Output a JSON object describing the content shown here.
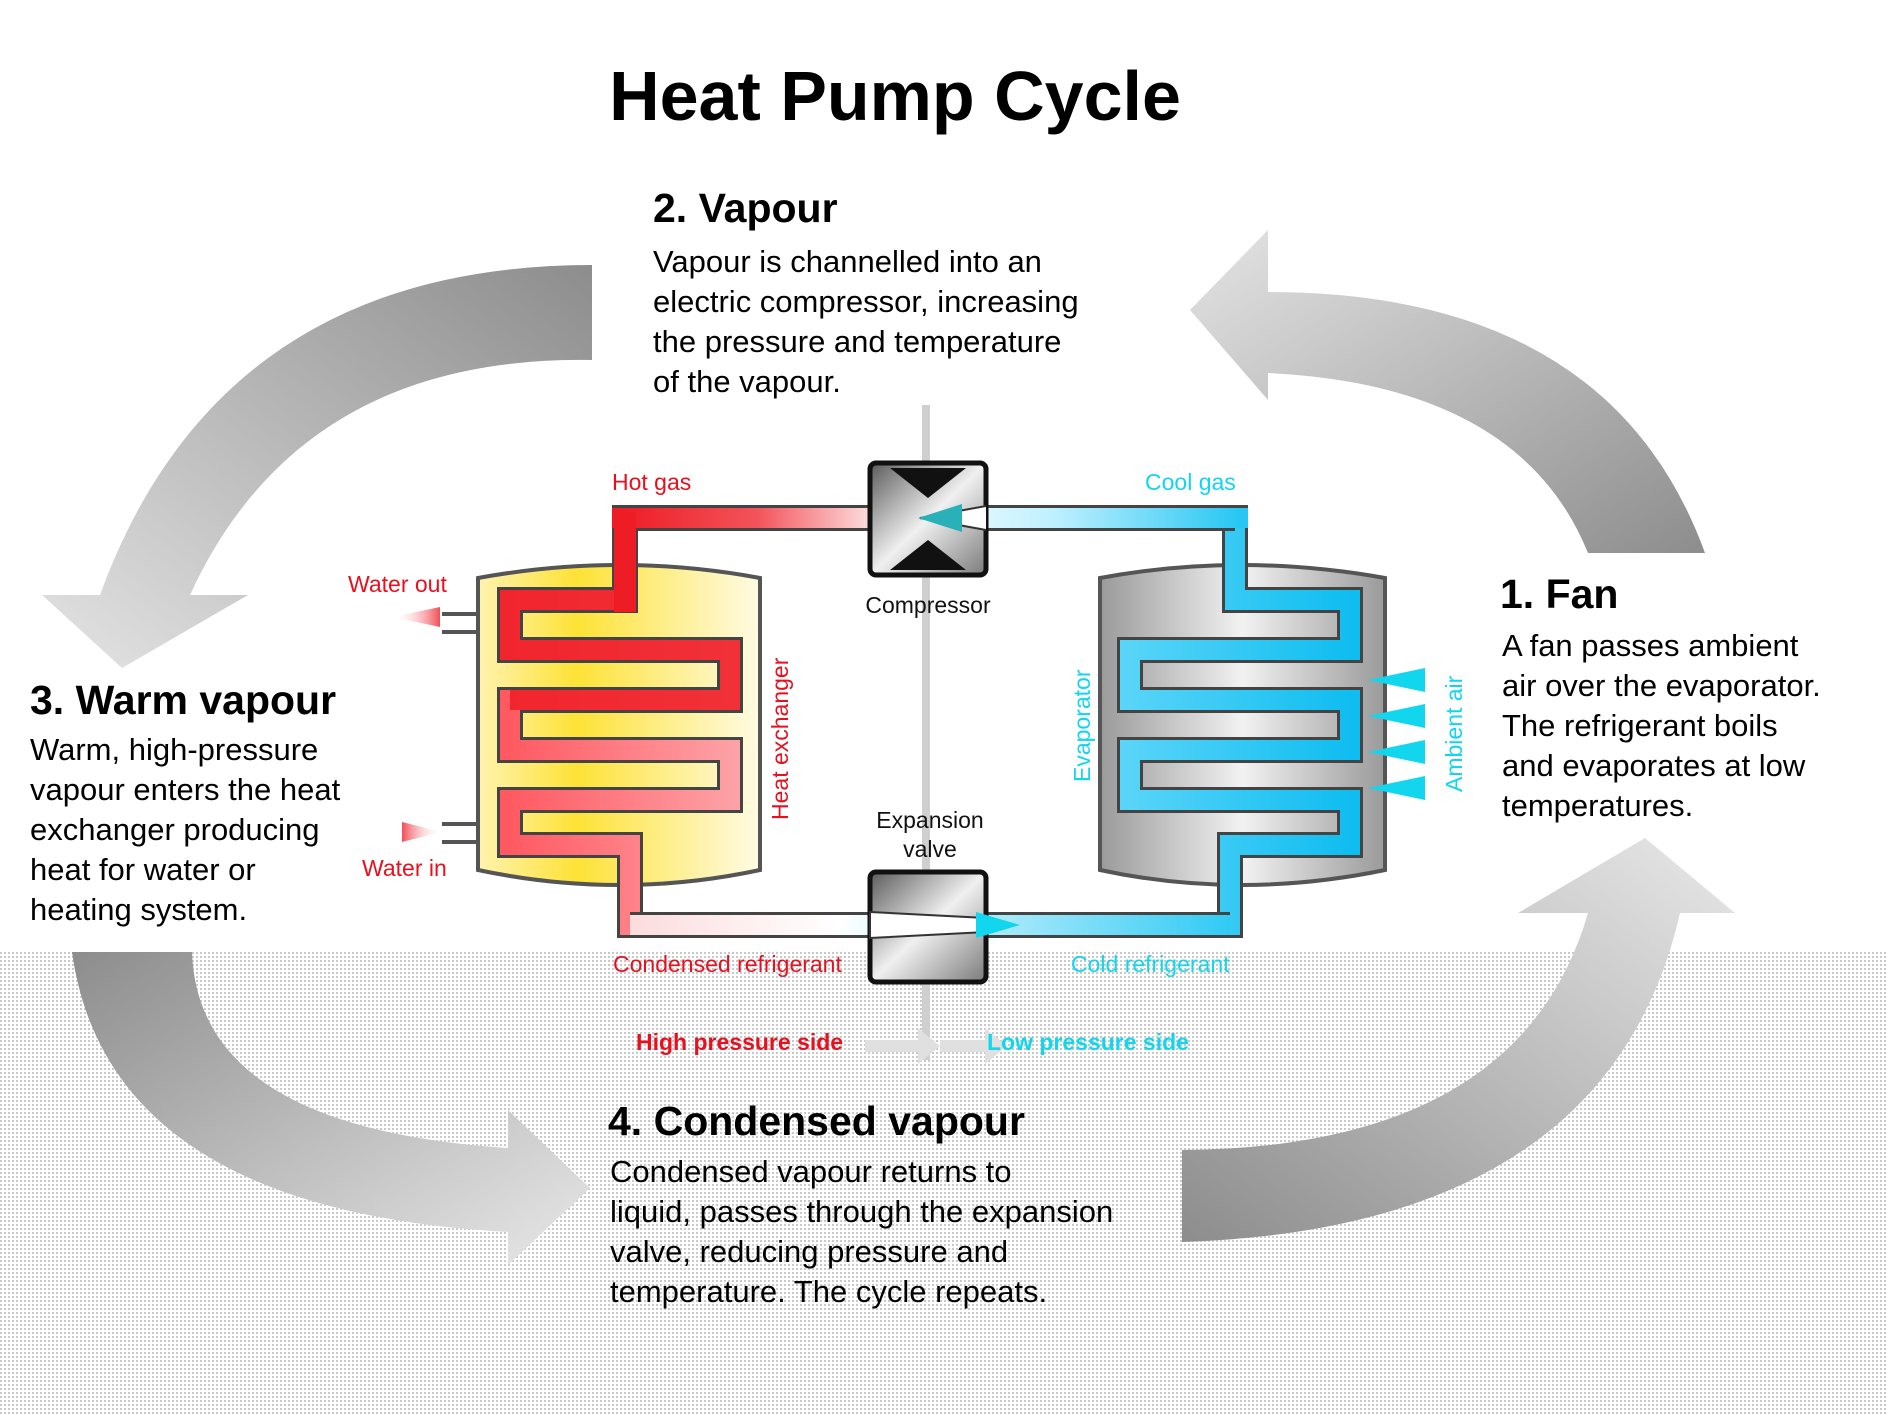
{
  "title": "Heat Pump Cycle",
  "colors": {
    "hot": "#ee1c25",
    "cold": "#1ec8f0",
    "warm_fill": "#fde65a",
    "label_red": "#e8101e",
    "label_cyan": "#12d6ee",
    "arrow_gray": "#9a9a9a"
  },
  "sections": {
    "vapour": {
      "heading": "2. Vapour",
      "lines": [
        "Vapour is channelled into an",
        "electric compressor, increasing",
        "the pressure and temperature",
        "of the vapour."
      ]
    },
    "fan": {
      "heading": "1. Fan",
      "lines": [
        "A fan passes ambient",
        "air over the evaporator.",
        "The refrigerant boils",
        "and evaporates at low",
        "temperatures."
      ]
    },
    "warm": {
      "heading": "3. Warm vapour",
      "lines": [
        "Warm, high-pressure",
        "vapour enters the heat",
        "exchanger producing",
        "heat for water or",
        "heating system."
      ]
    },
    "condensed": {
      "heading": "4. Condensed vapour",
      "lines": [
        "Condensed vapour returns to",
        "liquid, passes through the expansion",
        "valve, reducing pressure and",
        "temperature. The cycle repeats."
      ]
    }
  },
  "labels": {
    "hot_gas": "Hot gas",
    "cool_gas": "Cool gas",
    "compressor": "Compressor",
    "water_out": "Water out",
    "water_in": "Water in",
    "heat_exchanger": "Heat exchanger",
    "evaporator": "Evaporator",
    "ambient_air": "Ambient air",
    "expansion_valve": [
      "Expansion",
      "valve"
    ],
    "condensed_refrigerant": "Condensed refrigerant",
    "cold_refrigerant": "Cold refrigerant",
    "high_pressure": "High pressure side",
    "low_pressure": "Low pressure side"
  },
  "icons": {
    "cycle_arrows": "curved-arrow-icon",
    "flow_arrows": "triangle-arrow-icon"
  }
}
